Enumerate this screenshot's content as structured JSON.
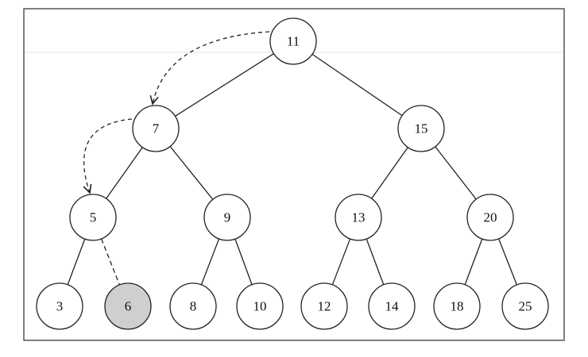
{
  "tree": {
    "nodes": [
      {
        "id": "n11",
        "label": "11"
      },
      {
        "id": "n7",
        "label": "7"
      },
      {
        "id": "n15",
        "label": "15"
      },
      {
        "id": "n5",
        "label": "5"
      },
      {
        "id": "n9",
        "label": "9"
      },
      {
        "id": "n13",
        "label": "13"
      },
      {
        "id": "n20",
        "label": "20"
      },
      {
        "id": "n3",
        "label": "3"
      },
      {
        "id": "n6",
        "label": "6",
        "highlighted": true
      },
      {
        "id": "n8",
        "label": "8"
      },
      {
        "id": "n10",
        "label": "10"
      },
      {
        "id": "n12",
        "label": "12"
      },
      {
        "id": "n14",
        "label": "14"
      },
      {
        "id": "n18",
        "label": "18"
      },
      {
        "id": "n25",
        "label": "25"
      }
    ],
    "edges": [
      {
        "from": "n11",
        "to": "n7"
      },
      {
        "from": "n11",
        "to": "n15"
      },
      {
        "from": "n7",
        "to": "n5"
      },
      {
        "from": "n7",
        "to": "n9"
      },
      {
        "from": "n15",
        "to": "n13"
      },
      {
        "from": "n15",
        "to": "n20"
      },
      {
        "from": "n5",
        "to": "n3"
      },
      {
        "from": "n5",
        "to": "n6",
        "style": "dashed"
      },
      {
        "from": "n9",
        "to": "n8"
      },
      {
        "from": "n9",
        "to": "n10"
      },
      {
        "from": "n13",
        "to": "n12"
      },
      {
        "from": "n13",
        "to": "n14"
      },
      {
        "from": "n20",
        "to": "n18"
      },
      {
        "from": "n20",
        "to": "n25"
      }
    ],
    "search_path": [
      {
        "from": "n11",
        "to": "n7"
      },
      {
        "from": "n7",
        "to": "n5"
      }
    ],
    "highlight_fill": "#cfcfcf"
  }
}
